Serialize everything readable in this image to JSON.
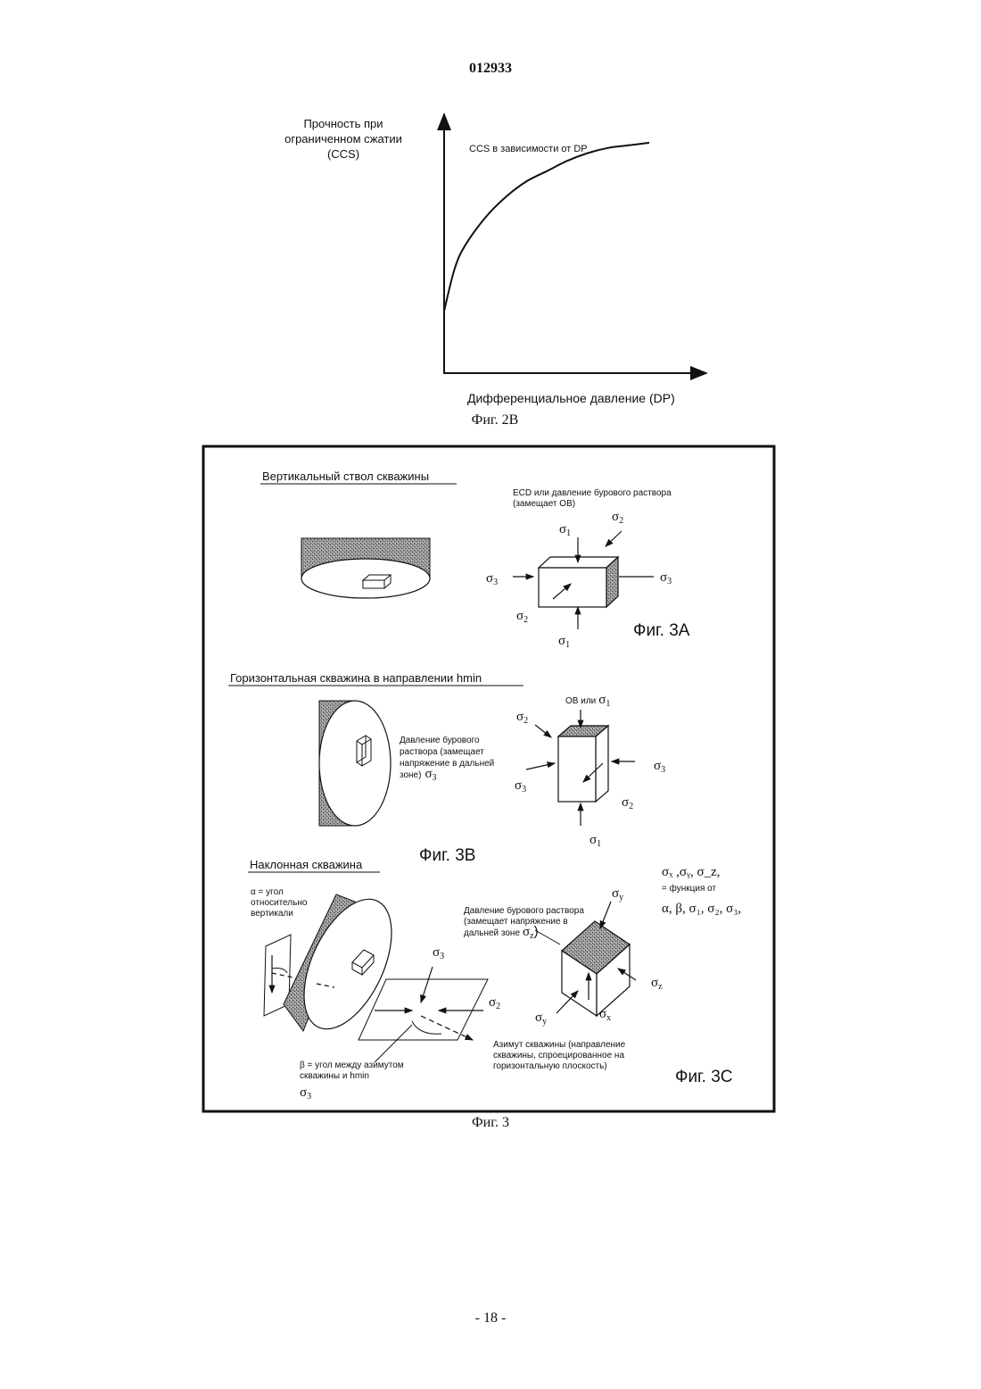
{
  "header": {
    "doc_number": "012933"
  },
  "fig2b": {
    "caption": "Фиг. 2B",
    "ylabel": [
      "Прочность при",
      "ограниченном сжатии",
      "(CCS)"
    ],
    "curve_label": "CCS в зависимости от DP",
    "xlabel": "Дифференциальное давление (DP)",
    "chart_data": {
      "type": "line",
      "title": "CCS в зависимости от DP",
      "xlabel": "Дифференциальное давление (DP)",
      "ylabel": "Прочность при ограниченном сжатии (CCS)",
      "axes_ticks": "none",
      "grid": false,
      "x": [
        0,
        0.05,
        0.1,
        0.2,
        0.3,
        0.4,
        0.5,
        0.6,
        0.7,
        0.8,
        0.9,
        1.0
      ],
      "y": [
        0.24,
        0.4,
        0.49,
        0.6,
        0.68,
        0.74,
        0.78,
        0.82,
        0.85,
        0.87,
        0.88,
        0.89
      ]
    }
  },
  "fig3": {
    "caption": "Фиг. 3",
    "sigma": "σ",
    "sub": {
      "one": "1",
      "two": "2",
      "three": "3",
      "x": "x",
      "y": "y",
      "z": "z"
    },
    "a": {
      "title": "Вертикальный ствол скважины",
      "ecd_label": [
        "ECD или давление бурового раствора",
        "(замещает OB)"
      ],
      "label": "Фиг. 3A"
    },
    "b": {
      "title": "Горизонтальная скважина в направлении hmin",
      "ob_label": "OB или",
      "mud_label": [
        "Давление бурового",
        "раствора (замещает",
        "напряжение в дальней",
        "зоне)"
      ],
      "label": "Фиг. 3B"
    },
    "c": {
      "title": "Наклонная скважина",
      "alpha_label": [
        "α =  угол",
        "относительно",
        "вертикали"
      ],
      "mud_label": [
        "Давление бурового раствора",
        "(замещает напряжение в",
        "дальней зоне"
      ],
      "function_of": "= функция от",
      "function_args": "α, β, σ₁, σ₂, σ₃,",
      "stress_list": "σₓ ,σᵧ, σ_z,",
      "azimuth_label": [
        "Азимут скважины (направление",
        "скважины, спроецированное на",
        "горизонтальную плоскость)"
      ],
      "beta_label": [
        "β = угол между азимутом",
        "скважины и hmin"
      ],
      "label": "Фиг. 3C"
    }
  }
}
